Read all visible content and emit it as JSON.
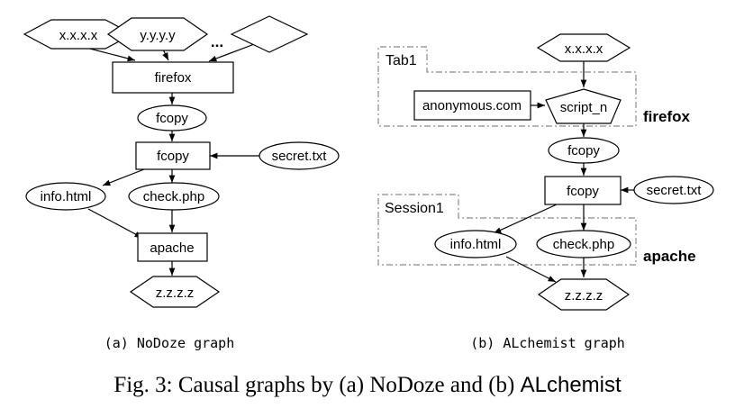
{
  "graph_a": {
    "nodes": {
      "xxxx": "x.x.x.x",
      "yyyy": "y.y.y.y",
      "ellipsis": "...",
      "firefox": "firefox",
      "fcopy_proc": "fcopy",
      "fcopy_box": "fcopy",
      "secret": "secret.txt",
      "info": "info.html",
      "check": "check.php",
      "apache": "apache",
      "zzzz": "z.z.z.z"
    },
    "subcaption": "(a) NoDoze graph"
  },
  "graph_b": {
    "nodes": {
      "xxxx": "x.x.x.x",
      "anonymous": "anonymous.com",
      "script": "script_n",
      "fcopy_proc": "fcopy",
      "fcopy_box": "fcopy",
      "secret": "secret.txt",
      "info": "info.html",
      "check": "check.php",
      "zzzz": "z.z.z.z"
    },
    "groups": {
      "tab": "Tab1",
      "session": "Session1",
      "firefox_label": "firefox",
      "apache_label": "apache"
    },
    "subcaption": "(b) ALchemist graph"
  },
  "caption": {
    "prefix": "Fig. 3: Causal graphs by (a) NoDoze and (b) ",
    "system": "ALchemist"
  }
}
